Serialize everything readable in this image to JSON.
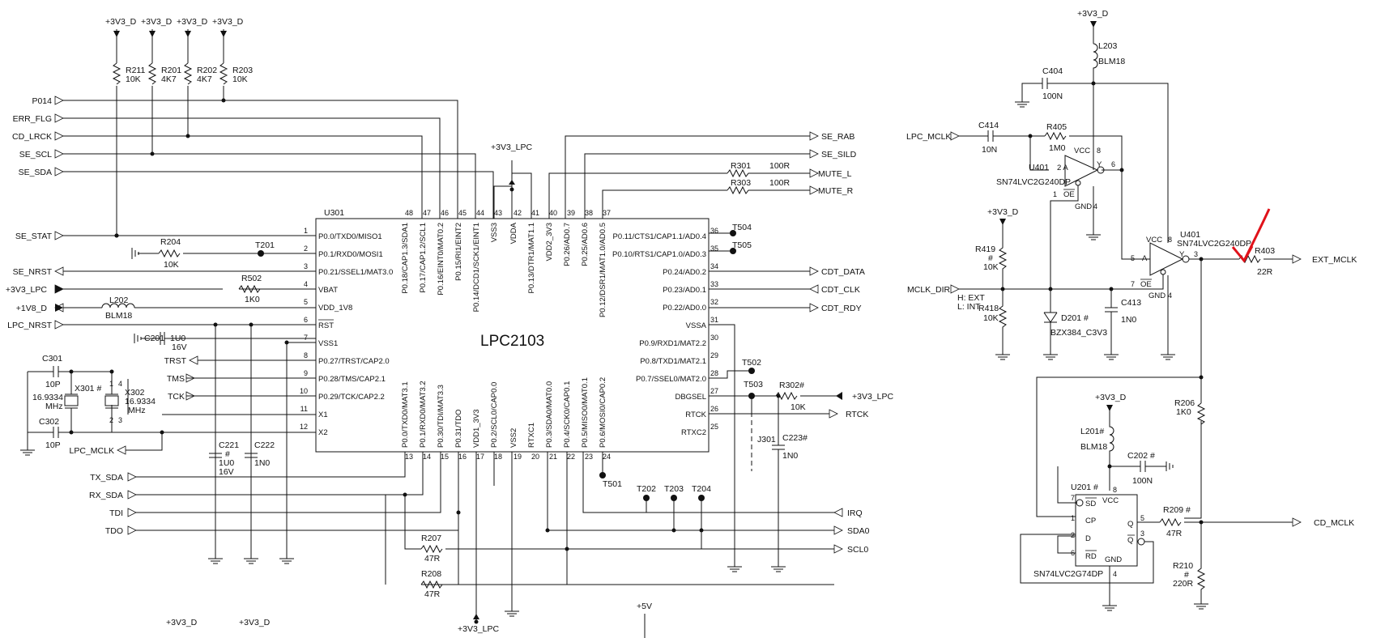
{
  "accent_color": "#e0121a",
  "rails": {
    "v33d": "+3V3_D",
    "v33lpc": "+3V3_LPC",
    "v5": "+5V",
    "v18d": "+1V8_D"
  },
  "resistors": {
    "r211": [
      "R211",
      "10K"
    ],
    "r201": [
      "R201",
      "4K7"
    ],
    "r202": [
      "R202",
      "4K7"
    ],
    "r203": [
      "R203",
      "10K"
    ],
    "r204": [
      "R204",
      "10K"
    ],
    "r502": [
      "R502",
      "1K0"
    ],
    "r301": [
      "R301",
      "100R"
    ],
    "r303": [
      "R303",
      "100R"
    ],
    "r302": [
      "R302#",
      "10K"
    ],
    "r207": [
      "R207",
      "47R"
    ],
    "r208": [
      "R208",
      "47R"
    ],
    "r405": [
      "R405",
      "1M0"
    ],
    "r419": [
      "R419",
      "#",
      "10K"
    ],
    "r418": [
      "R418",
      "10K"
    ],
    "r403": [
      "R403",
      "22R"
    ],
    "r206": [
      "R206",
      "1K0"
    ],
    "r209": [
      "R209 #",
      "47R"
    ],
    "r210": [
      "R210",
      "#",
      "220R"
    ]
  },
  "capacitors": {
    "c201": [
      "C201",
      "1U0",
      "16V"
    ],
    "c301": [
      "C301",
      "10P"
    ],
    "c302": [
      "C302",
      "10P"
    ],
    "c221": [
      "C221",
      "#",
      "1U0",
      "16V"
    ],
    "c222": [
      "C222",
      "1N0"
    ],
    "c223": [
      "C223#",
      "1N0"
    ],
    "c404": [
      "C404",
      "100N"
    ],
    "c414": [
      "C414",
      "10N"
    ],
    "c413": [
      "C413",
      "1N0"
    ],
    "c202": [
      "C202 #",
      "100N"
    ]
  },
  "inductors": {
    "l202": [
      "L202",
      "BLM18"
    ],
    "l203": [
      "L203",
      "BLM18"
    ],
    "l201": [
      "L201#",
      "BLM18"
    ]
  },
  "crystals": {
    "x301": [
      "X301 #",
      "16.9334",
      "MHz"
    ],
    "x302": [
      "X302",
      "16.9334",
      "MHz"
    ],
    "x302_pins": [
      "1",
      "4",
      "2",
      "3"
    ]
  },
  "testpoints": [
    "T201",
    "T504",
    "T505",
    "T502",
    "T503",
    "T501",
    "T202",
    "T203",
    "T204"
  ],
  "j301": "J301",
  "mcu": {
    "ref": "U301",
    "name": "LPC2103",
    "left": [
      [
        "1",
        "P0.0/TXD0/MISO1"
      ],
      [
        "2",
        "P0.1/RXD0/MOSI1"
      ],
      [
        "3",
        "P0.21/SSEL1/MAT3.0"
      ],
      [
        "4",
        "VBAT"
      ],
      [
        "5",
        "VDD_1V8"
      ],
      [
        "6",
        "RST"
      ],
      [
        "7",
        "VSS1"
      ],
      [
        "8",
        "P0.27/TRST/CAP2.0"
      ],
      [
        "9",
        "P0.28/TMS/CAP2.1"
      ],
      [
        "10",
        "P0.29/TCK/CAP2.2"
      ],
      [
        "11",
        "X1"
      ],
      [
        "12",
        "X2"
      ]
    ],
    "right": [
      [
        "36",
        "P0.11/CTS1/CAP1.1/AD0.4"
      ],
      [
        "35",
        "P0.10/RTS1/CAP1.0/AD0.3"
      ],
      [
        "34",
        "P0.24/AD0.2"
      ],
      [
        "33",
        "P0.23/AD0.1"
      ],
      [
        "32",
        "P0.22/AD0.0"
      ],
      [
        "31",
        "VSSA"
      ],
      [
        "30",
        "P0.9/RXD1/MAT2.2"
      ],
      [
        "29",
        "P0.8/TXD1/MAT2.1"
      ],
      [
        "28",
        "P0.7/SSEL0/MAT2.0"
      ],
      [
        "27",
        "DBGSEL"
      ],
      [
        "26",
        "RTCK"
      ],
      [
        "25",
        "RTXC2"
      ]
    ],
    "top": [
      [
        "48",
        "P0.18/CAP1.3/SDA1"
      ],
      [
        "47",
        "P0.17/CAP1.2/SCL1"
      ],
      [
        "46",
        "P0.16/EINT0/MAT0.2"
      ],
      [
        "45",
        "P0.15/RI1/EINT2"
      ],
      [
        "44",
        "P0.14/DCD1/SCK1/EINT1"
      ],
      [
        "43",
        "VSS3"
      ],
      [
        "42",
        "VDDA"
      ],
      [
        "41",
        "P0.13/DTR1/MAT1.1"
      ],
      [
        "40",
        "VDD2_3V3"
      ],
      [
        "39",
        "P0.26/AD0.7"
      ],
      [
        "38",
        "P0.25/AD0.6"
      ],
      [
        "37",
        "P0.12/DSR1/MAT1.0/AD0.5"
      ]
    ],
    "bottom": [
      [
        "13",
        "P0.0/TXD0/MAT3.1"
      ],
      [
        "14",
        "P0.1/RXD0/MAT3.2"
      ],
      [
        "15",
        "P0.30/TDI/MAT3.3"
      ],
      [
        "16",
        "P0.31/TDO"
      ],
      [
        "17",
        "VDD1_3V3"
      ],
      [
        "18",
        "P0.2/SCL0/CAP0.0"
      ],
      [
        "19",
        "VSS2"
      ],
      [
        "20",
        "RTXC1"
      ],
      [
        "21",
        "P0.3/SDA0/MAT0.0"
      ],
      [
        "22",
        "P0.4/SCK0/CAP0.1"
      ],
      [
        "23",
        "P0.5/MISO0/MAT0.1"
      ],
      [
        "24",
        "P0.6/MOSI0/CAP0.2"
      ]
    ]
  },
  "ports_left": [
    "P014",
    "ERR_FLG",
    "CD_LRCK",
    "SE_SCL",
    "SE_SDA",
    "SE_STAT",
    "SE_NRST",
    "+3V3_LPC",
    "+1V8_D",
    "LPC_NRST",
    "TRST",
    "TMS",
    "TCK",
    "LPC_MCLK",
    "TX_SDA",
    "RX_SDA",
    "TDI",
    "TDO"
  ],
  "ports_right": [
    "SE_RAB",
    "SE_SILD",
    "MUTE_L",
    "MUTE_R",
    "CDT_DATA",
    "CDT_CLK",
    "CDT_RDY",
    "+3V3_LPC",
    "RTCK",
    "IRQ",
    "SDA0",
    "SCL0"
  ],
  "clock": {
    "in": "LPC_MCLK",
    "dir": "MCLK_DIR",
    "dir_notes": [
      "H: EXT",
      "L: INT"
    ],
    "out_ext": "EXT_MCLK",
    "out_cd": "CD_MCLK",
    "u401": [
      "U401",
      "SN74LVC2G240DP"
    ],
    "u401_pins1": {
      "vcc": "VCC",
      "vcc_n": "8",
      "a": "2 A",
      "y": "Y",
      "y_n": "6",
      "oe_n": "1",
      "oe": "OE",
      "gnd": "GND",
      "gnd_n": "4"
    },
    "u401_pins2": {
      "vcc": "VCC",
      "vcc_n": "8",
      "a_n": "5",
      "a": "A",
      "y": "Y",
      "y_n": "3",
      "oe_n": "7",
      "oe": "OE",
      "gnd": "GND",
      "gnd_n": "4"
    },
    "d201": [
      "D201 #",
      "BZX384_C3V3"
    ],
    "u201": [
      "U201 #",
      "SN74LVC2G74DP"
    ],
    "u201_pins": {
      "sd_n": "7",
      "sd": "SD",
      "vcc": "VCC",
      "vcc_n": "8",
      "cp_n": "1",
      "cp": "CP",
      "d_n": "2",
      "d": "D",
      "rd_n": "6",
      "rd": "RD",
      "gnd": "GND",
      "gnd_n": "4",
      "q_n": "5",
      "q": "Q",
      "qn_n": "3",
      "qn": "Q"
    }
  }
}
